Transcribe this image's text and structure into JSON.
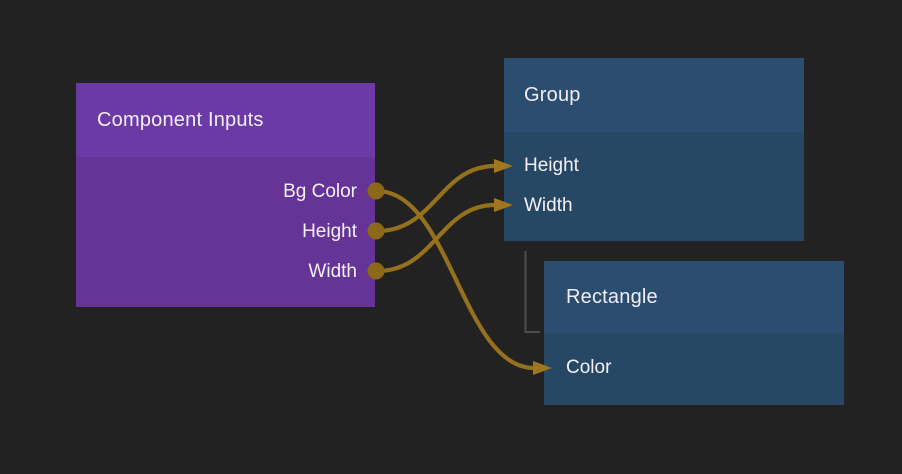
{
  "canvas": {
    "background_color": "#222222"
  },
  "colors": {
    "component_header": "#6c3aa5",
    "component_body": "#653496",
    "blue_header": "#2b4d6f",
    "blue_body": "#274864",
    "wire": "#96711d",
    "port_dot": "#8c681a",
    "arrowhead": "#a0771f",
    "hierarchy_line": "#4e4e4e",
    "text": "#f1eef7"
  },
  "nodes": [
    {
      "id": "component-inputs",
      "title": "Component Inputs",
      "kind": "source",
      "ports": [
        {
          "name": "Bg Color",
          "direction": "output"
        },
        {
          "name": "Height",
          "direction": "output"
        },
        {
          "name": "Width",
          "direction": "output"
        }
      ]
    },
    {
      "id": "group",
      "title": "Group",
      "kind": "layer",
      "ports": [
        {
          "name": "Height",
          "direction": "input"
        },
        {
          "name": "Width",
          "direction": "input"
        }
      ]
    },
    {
      "id": "rectangle",
      "title": "Rectangle",
      "kind": "layer",
      "ports": [
        {
          "name": "Color",
          "direction": "input"
        }
      ]
    }
  ],
  "connections": [
    {
      "from": "Component Inputs.Bg Color",
      "to": "Rectangle.Color"
    },
    {
      "from": "Component Inputs.Height",
      "to": "Group.Height"
    },
    {
      "from": "Component Inputs.Width",
      "to": "Group.Width"
    }
  ],
  "hierarchy": [
    {
      "parent": "Group",
      "child": "Rectangle"
    }
  ]
}
